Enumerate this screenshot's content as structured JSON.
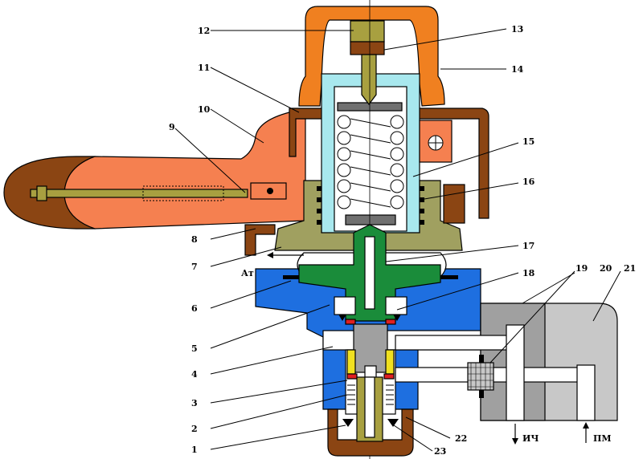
{
  "colors": {
    "cap_orange": "#f08020",
    "lever_salmon": "#f58050",
    "brown": "#8b4513",
    "body_blue": "#1e6fe0",
    "inner_cyan": "#a8e8ee",
    "olive": "#a0a060",
    "rod_olive": "#a8a040",
    "valve_green": "#1a8c3a",
    "housing_gray": "#a0a0a0",
    "housing_light": "#c8c8c8",
    "seal_red": "#e02020",
    "yellow": "#f0e020"
  },
  "callouts": [
    {
      "id": "c12",
      "text": "12"
    },
    {
      "id": "c13",
      "text": "13"
    },
    {
      "id": "c11",
      "text": "11"
    },
    {
      "id": "c14",
      "text": "14"
    },
    {
      "id": "c10",
      "text": "10"
    },
    {
      "id": "c9",
      "text": "9"
    },
    {
      "id": "c15",
      "text": "15"
    },
    {
      "id": "c16",
      "text": "16"
    },
    {
      "id": "c8",
      "text": "8"
    },
    {
      "id": "c7",
      "text": "7"
    },
    {
      "id": "c17",
      "text": "17"
    },
    {
      "id": "c6",
      "text": "6"
    },
    {
      "id": "c18",
      "text": "18"
    },
    {
      "id": "c19",
      "text": "19"
    },
    {
      "id": "c20",
      "text": "20"
    },
    {
      "id": "c21",
      "text": "21"
    },
    {
      "id": "c5",
      "text": "5"
    },
    {
      "id": "c4",
      "text": "4"
    },
    {
      "id": "c3",
      "text": "3"
    },
    {
      "id": "c2",
      "text": "2"
    },
    {
      "id": "c22",
      "text": "22"
    },
    {
      "id": "c1",
      "text": "1"
    },
    {
      "id": "c23",
      "text": "23"
    }
  ],
  "port_labels": {
    "atmosphere": "Ат",
    "ich": "ИЧ",
    "pm": "ПМ"
  }
}
